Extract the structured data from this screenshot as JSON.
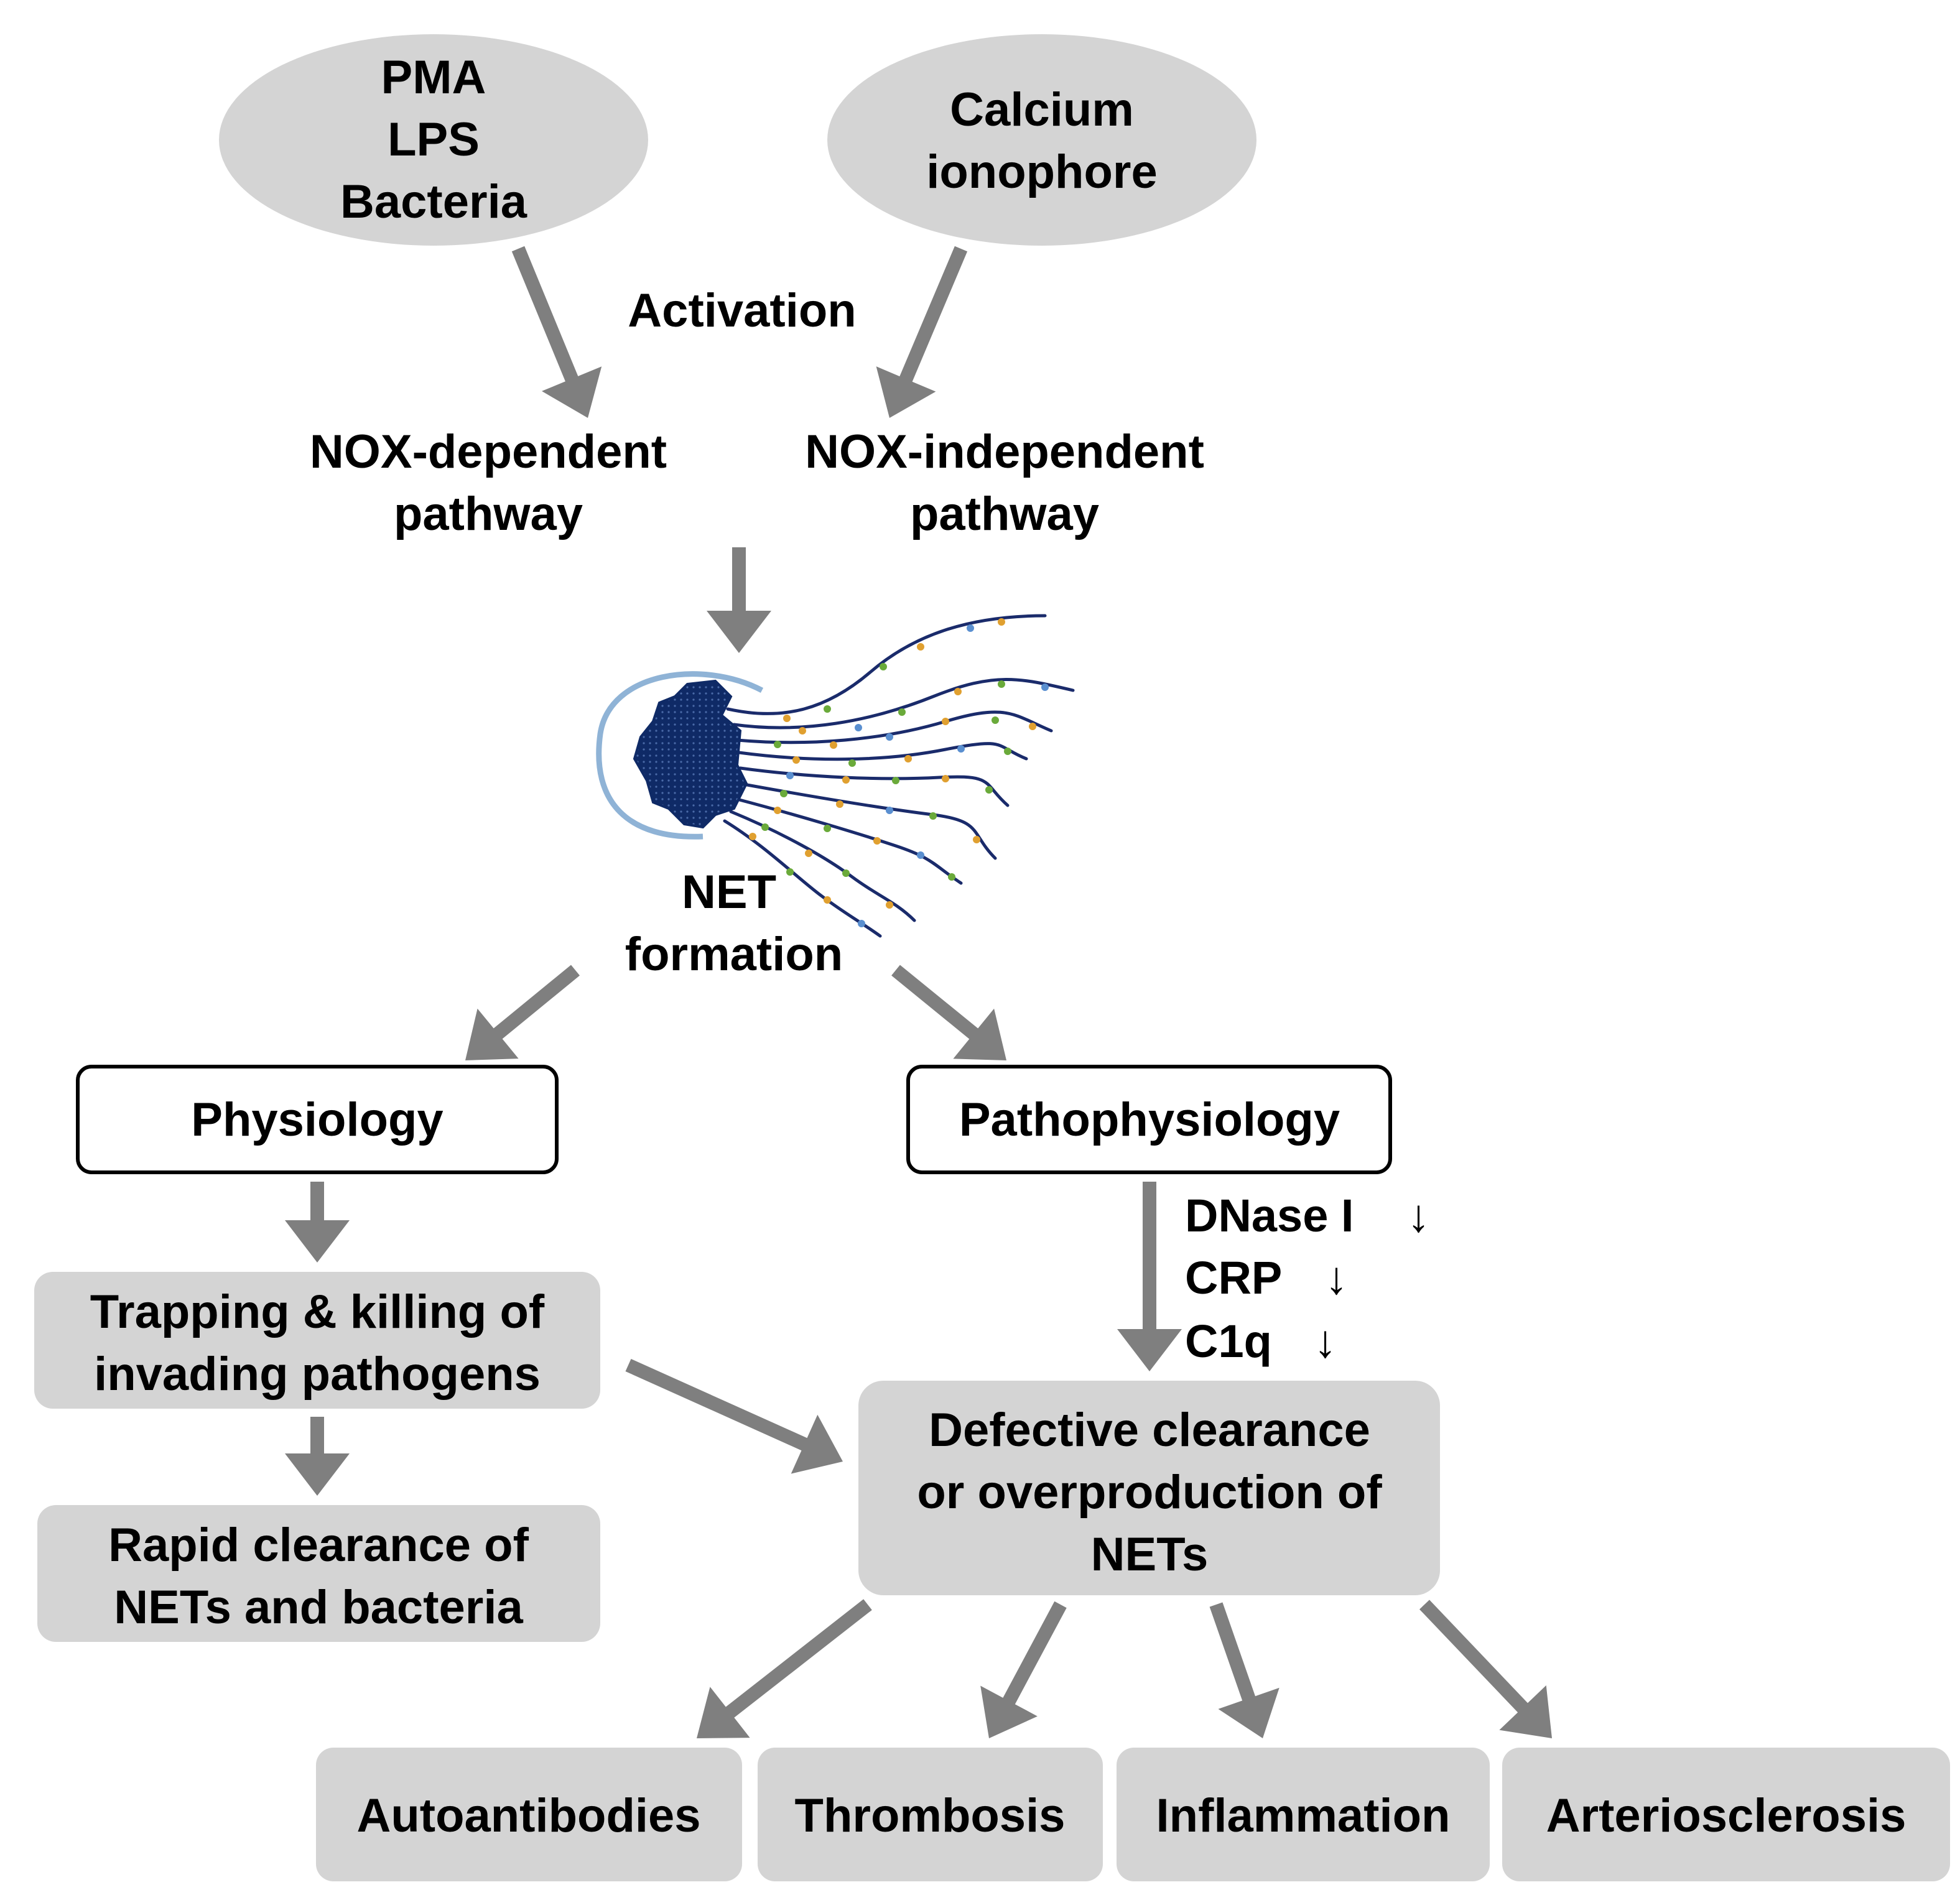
{
  "colors": {
    "arrow": "#7f7f7f",
    "box_fill": "#d4d4d4",
    "box_stroke": "#bdbdbd",
    "ellipse_fill": "#d4d4d4",
    "outline_box_stroke": "#000000",
    "net_body": "#0f2a66",
    "net_strand": "#1a2b6b",
    "net_halo": "#8fb3d6",
    "granule_orange": "#e0a030",
    "granule_green": "#6aaa3a",
    "granule_blue": "#5a8fd0"
  },
  "stimuli": {
    "left": [
      "PMA",
      "LPS",
      "Bacteria"
    ],
    "right": [
      "Calcium",
      "ionophore"
    ]
  },
  "activation_label": "Activation",
  "pathways": {
    "nox_dependent": [
      "NOX-dependent",
      "pathway"
    ],
    "nox_independent": [
      "NOX-independent",
      "pathway"
    ]
  },
  "net_formation": [
    "NET",
    "formation"
  ],
  "physiology": {
    "label": "Physiology",
    "trapping": [
      "Trapping & killing of",
      "invading pathogens"
    ],
    "clearance": [
      "Rapid clearance of",
      "NETs and bacteria"
    ]
  },
  "pathophysiology": {
    "label": "Pathophysiology",
    "factors": [
      {
        "name": "DNase I",
        "arrow": "↓"
      },
      {
        "name": "CRP",
        "arrow": "↓"
      },
      {
        "name": "C1q",
        "arrow": "↓"
      }
    ],
    "defective": [
      "Defective clearance",
      "or overproduction of",
      "NETs"
    ]
  },
  "outcomes": [
    "Autoantibodies",
    "Thrombosis",
    "Inflammation",
    "Arteriosclerosis"
  ]
}
